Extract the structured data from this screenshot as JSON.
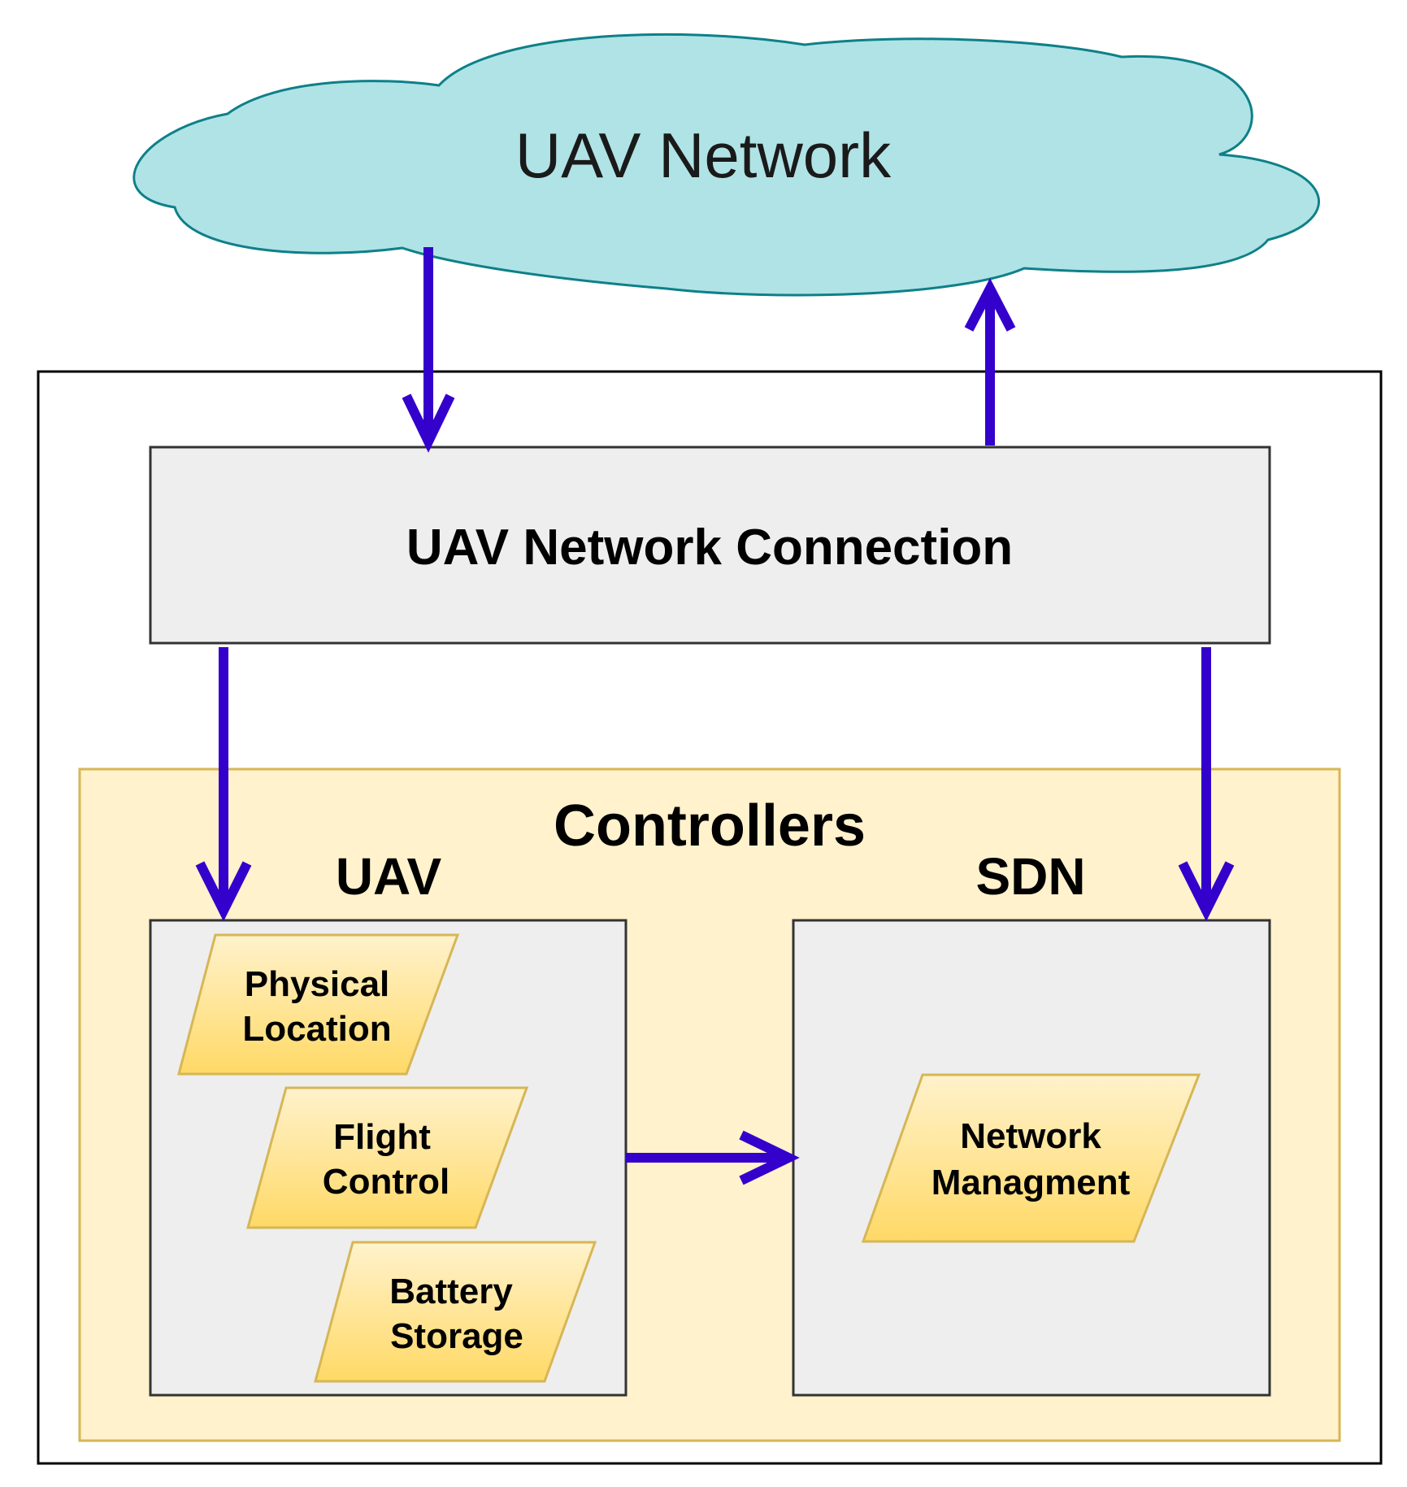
{
  "cloud": {
    "label": "UAV Network"
  },
  "connection": {
    "label": "UAV Network Connection"
  },
  "controllers": {
    "label": "Controllers",
    "uav": {
      "label": "UAV",
      "modules": [
        {
          "line1": "Physical",
          "line2": "Location"
        },
        {
          "line1": "Flight",
          "line2": "Control"
        },
        {
          "line1": "Battery",
          "line2": "Storage"
        }
      ]
    },
    "sdn": {
      "label": "SDN",
      "modules": [
        {
          "line1": "Network",
          "line2": "Managment"
        }
      ]
    }
  },
  "colors": {
    "cloud_fill": "#b0e3e6",
    "cloud_stroke": "#0e8088",
    "panel_fill": "#eeeeee",
    "controllers_fill": "#fff2cc",
    "controllers_stroke": "#d6b656",
    "module_fill_top": "#fff2cc",
    "module_fill_bottom": "#ffd966",
    "arrow": "#3300cc"
  }
}
